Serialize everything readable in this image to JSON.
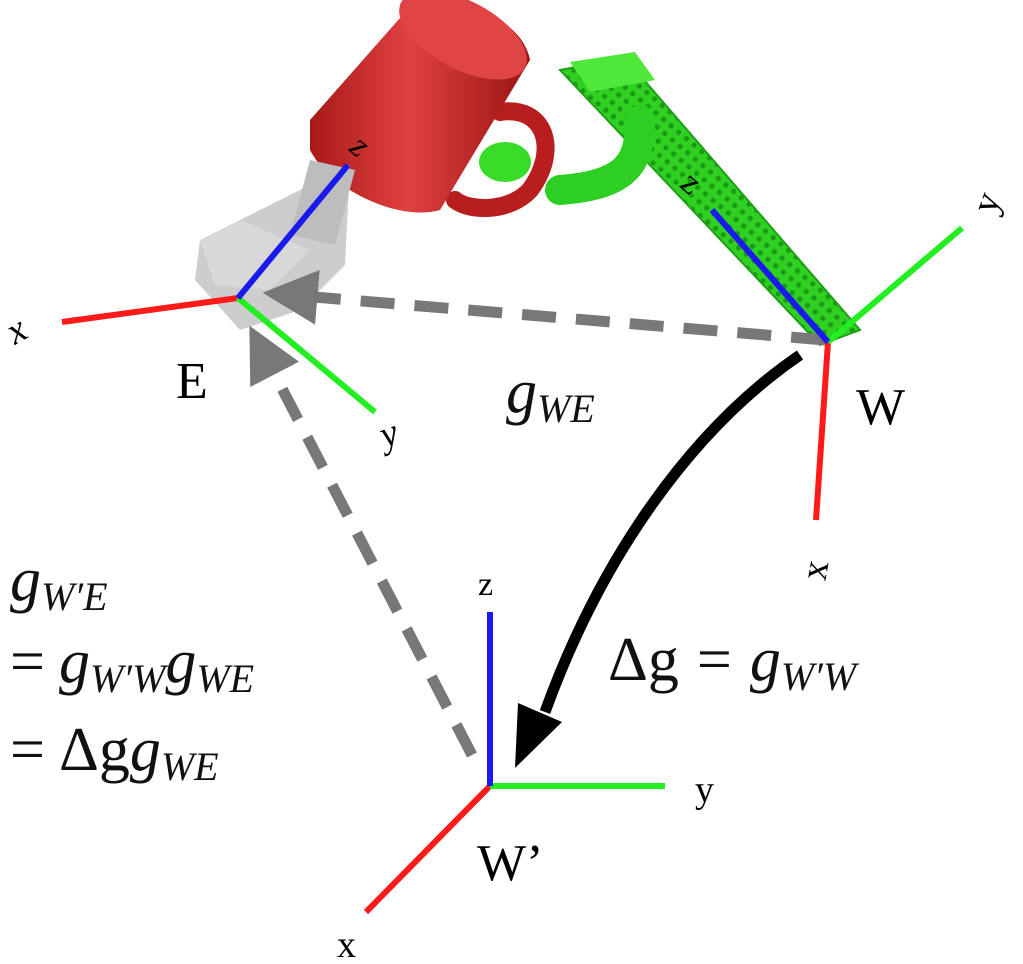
{
  "colors": {
    "x_axis": "#ff1a1a",
    "y_axis": "#22ee22",
    "z_axis": "#1a1aee",
    "dashed_arrow": "#7a7777",
    "solid_arrow": "#000000",
    "mug": "#cc2626",
    "gripper": "#bdbdbd",
    "green_object": "#33dd22",
    "text": "#111111"
  },
  "frames": {
    "E": {
      "label": "E",
      "x": "x",
      "y": "y",
      "z": "z"
    },
    "W": {
      "label": "W",
      "x": "x",
      "y": "y",
      "z": "z"
    },
    "W_prime": {
      "label": "W’",
      "x": "x",
      "y": "y",
      "z": "z"
    }
  },
  "transforms": {
    "g_we": {
      "base": "g",
      "sub": "WE"
    },
    "delta_g": {
      "lhs": "Δg",
      "eq": "=",
      "base": "g",
      "sub": "W′W"
    },
    "g_wpe": {
      "line1_base": "g",
      "line1_sub": "W′E",
      "eq": "=",
      "line2_base1": "g",
      "line2_sub1": "W′W",
      "line2_base2": "g",
      "line2_sub2": "WE",
      "line3_lhs": "Δg",
      "line3_base": "g",
      "line3_sub": "WE"
    }
  },
  "icons": {
    "mug": "mug-icon",
    "gripper": "gripper-icon",
    "green_object": "green-object-icon"
  }
}
